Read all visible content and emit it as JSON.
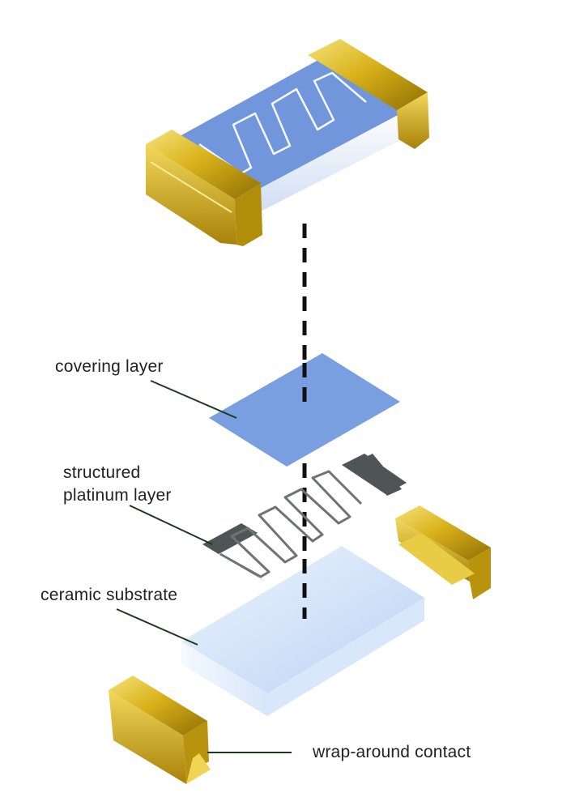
{
  "labels": {
    "covering_layer": "covering layer",
    "platinum_line1": "structured",
    "platinum_line2": "platinum layer",
    "ceramic_substrate": "ceramic substrate",
    "wrap_around_contact": "wrap-around contact"
  },
  "colors": {
    "cover_blue": "#7a9fe0",
    "substrate_light": "#e6f0ff",
    "substrate_mid": "#c7dcf7",
    "gold": "#d9b21a",
    "gold_light": "#f4dd6a",
    "gold_dark": "#9c7a08",
    "platinum_gray": "#5a5f60",
    "leader_line": "#1e3a1e",
    "dash_line": "#111111"
  }
}
